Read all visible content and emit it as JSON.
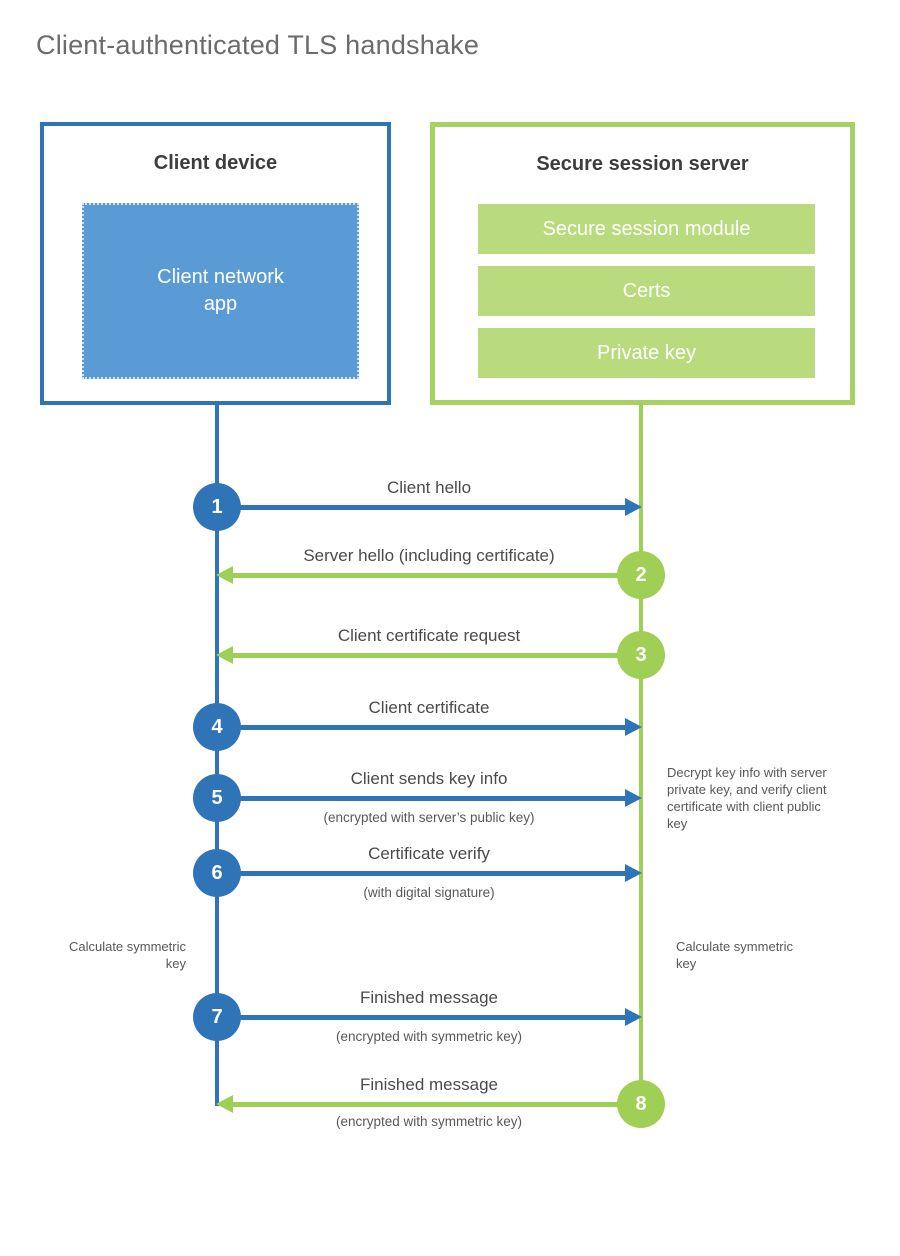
{
  "title": "Client-authenticated TLS handshake",
  "client_box": {
    "title": "Client device",
    "app_label": "Client network app"
  },
  "server_box": {
    "title": "Secure session server",
    "modules": [
      "Secure session module",
      "Certs",
      "Private key"
    ]
  },
  "steps": [
    {
      "number": "1",
      "label": "Client hello",
      "direction": "client-to-server",
      "color": "blue"
    },
    {
      "number": "2",
      "label": "Server hello (including certificate)",
      "direction": "server-to-client",
      "color": "green"
    },
    {
      "number": "3",
      "label": "Client certificate request",
      "direction": "server-to-client",
      "color": "green"
    },
    {
      "number": "4",
      "label": "Client certificate",
      "direction": "client-to-server",
      "color": "blue"
    },
    {
      "number": "5",
      "label": "Client sends key info",
      "sublabel": "(encrypted with server’s public key)",
      "direction": "client-to-server",
      "color": "blue"
    },
    {
      "number": "6",
      "label": "Certificate verify",
      "sublabel": "(with digital signature)",
      "direction": "client-to-server",
      "color": "blue"
    },
    {
      "number": "7",
      "label": "Finished message",
      "sublabel": "(encrypted with symmetric key)",
      "direction": "client-to-server",
      "color": "blue"
    },
    {
      "number": "8",
      "label": "Finished message",
      "sublabel": "(encrypted with symmetric key)",
      "direction": "server-to-client",
      "color": "green"
    }
  ],
  "notes": {
    "server_decrypt_note": "Decrypt key info with server private key, and verify client certificate with client public key",
    "client_calc_note": "Calculate symmetric key",
    "server_calc_note": "Calculate symmetric key"
  },
  "colors": {
    "blue": "#2e74b7",
    "blue-fill": "#5b9bd5",
    "green": "#a0cf55",
    "green-border": "#a6d163",
    "green-fill": "#b9db7d",
    "title-gray": "#6b6b6b"
  }
}
